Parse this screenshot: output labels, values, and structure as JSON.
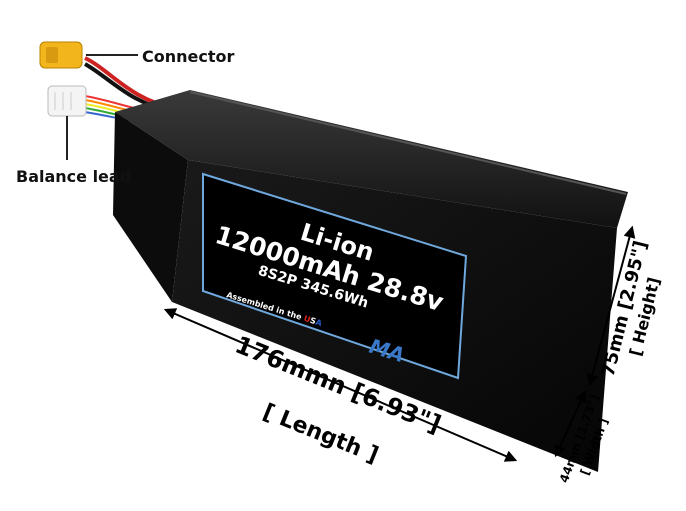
{
  "callouts": {
    "connector": "Connector",
    "balance_lead": "Balance lead"
  },
  "label": {
    "chemistry": "Li-ion",
    "capacity_voltage": "12000mAh 28.8v",
    "config_energy": "8S2P 345.6Wh",
    "assembled_prefix": "Assembled in the ",
    "usa": [
      "U",
      "S",
      "A"
    ],
    "logo_text": "MA"
  },
  "dimensions": {
    "length": "176mmn [6.93\"]",
    "length_caption": "[ Length ]",
    "height": "75mm [2.95\"]",
    "height_caption": "[ Height]",
    "width": "44mm [1.73\"]",
    "width_caption": "[ Width ]"
  },
  "colors": {
    "battery": "#0a0a0a",
    "label_border": "#6fa8dc",
    "usa_red": "#d22",
    "usa_blue": "#2a5fd0",
    "logo_blue": "#3a78c8",
    "connector_yellow": "#f2b51c"
  }
}
